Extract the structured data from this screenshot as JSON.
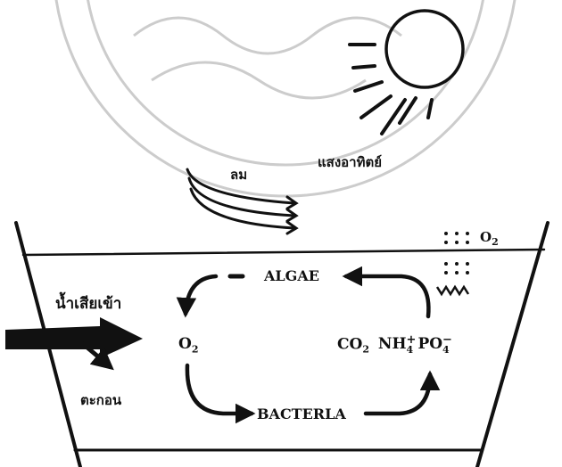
{
  "labels": {
    "wind": "ลม",
    "sunlight": "แสงอาทิตย์",
    "wastewater_in": "น้ำเสียเข้า",
    "sediment": "ตะกอน",
    "algae": "ALGAE",
    "bacteria": "BACTERLA",
    "oxygen_left": "O",
    "oxygen_left_sub": "2",
    "oxygen_escape": "O",
    "oxygen_escape_sub": "2",
    "co2": "CO",
    "co2_sub": "2",
    "nh4": "NH",
    "nh4_sup": "+",
    "nh4_sub": "4",
    "po4": "PO",
    "po4_sup": "−",
    "po4_sub": "4"
  },
  "icons": {
    "sun": "sun-icon",
    "wind": "wind-lines-icon",
    "bubbles": "oxygen-bubbles-icon"
  },
  "colors": {
    "ink": "#111111",
    "watermark": "#cccccc",
    "background": "#ffffff"
  }
}
